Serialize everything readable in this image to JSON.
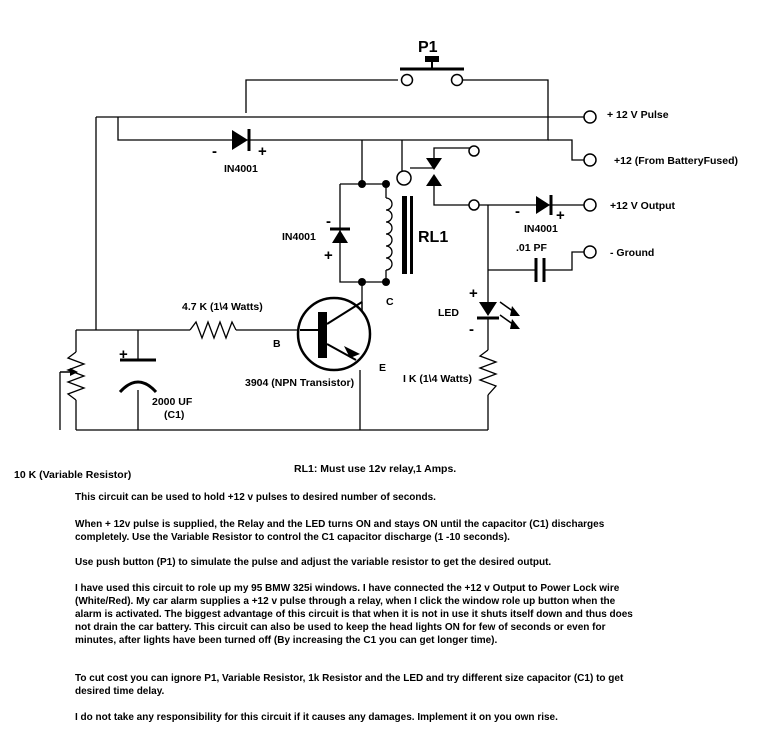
{
  "labels": {
    "p1": "P1",
    "pulse": "+ 12 V Pulse",
    "battery": "+12 (From BatteryFused)",
    "output": "+12 V Output",
    "ground": "- Ground",
    "diode_top": "IN4001",
    "diode_coil": "IN4001",
    "diode_out": "IN4001",
    "relay": "RL1",
    "capacitor_small": ".01 PF",
    "led": "LED",
    "resistor_base": "4.7 K (1\\4 Watts)",
    "resistor_led": "I K (1\\4 Watts)",
    "transistor": "3904 (NPN Transistor)",
    "pin_b": "B",
    "pin_c": "C",
    "pin_e": "E",
    "cap_value": "2000 UF",
    "cap_name": "(C1)",
    "variable_resistor": "10 K (Variable Resistor)",
    "relay_note": "RL1: Must use 12v relay,1 Amps.",
    "plus": "+",
    "minus": "-"
  },
  "paragraphs": [
    "This circuit can be used to hold +12 v pulses to desired number of seconds.",
    "When + 12v pulse is supplied, the Relay and the LED turns ON and stays ON until the capacitor (C1) discharges completely. Use the Variable Resistor to control the C1 capacitor discharge (1 -10 seconds).",
    "Use push button (P1) to simulate the pulse and adjust the variable resistor to get the desired output.",
    "I have used this circuit to role up my 95 BMW 325i windows. I have connected the +12 v Output to Power Lock wire (White/Red). My car alarm supplies a +12 v pulse through a relay, when I click the window role up button when the alarm is activated. The biggest advantage of this circuit is that when it is not in use it shuts itself down and thus does not drain the car battery. This circuit can also be used to keep the head lights ON for few of seconds or even for minutes, after lights have been turned off (By increasing the C1 you can get longer time).",
    "To cut cost you can ignore P1, Variable Resistor, 1k Resistor and the LED and try different size capacitor (C1) to get desired time delay.",
    "I do not take any responsibility for this circuit if it causes any damages. Implement it on you own rise."
  ]
}
